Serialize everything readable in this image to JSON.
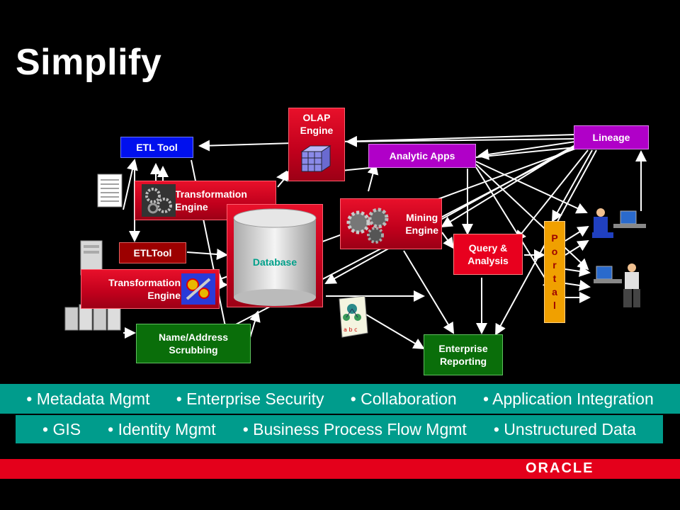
{
  "slide": {
    "title": "Simplify"
  },
  "diagram": {
    "olap": "OLAP\nEngine",
    "etl_tool_top": "ETL Tool",
    "analytic_apps": "Analytic Apps",
    "lineage": "Lineage",
    "transformation_top": "Transformation\nEngine",
    "database": "Database",
    "mining": "Mining\nEngine",
    "etl_tool_mid": "ETLTool",
    "query_analysis": "Query &\nAnalysis",
    "portal": "Portal",
    "transformation_left": "Transformation\nEngine",
    "name_address": "Name/Address\nScrubbing",
    "enterprise_reporting": "Enterprise\nReporting"
  },
  "bands": {
    "row1": [
      "• Metadata Mgmt",
      "• Enterprise Security",
      "• Collaboration",
      "• Application Integration"
    ],
    "row2": [
      "• GIS",
      "• Identity Mgmt",
      "• Business Process Flow Mgmt",
      "• Unstructured Data"
    ]
  },
  "footer": {
    "brand": "ORACLE"
  },
  "colors": {
    "background": "#000000",
    "band": "#009c8c",
    "red": "#d0001c",
    "blue": "#0000ee",
    "purple": "#b000c8",
    "green": "#0a6e0a",
    "footer_red": "#e4001b"
  }
}
